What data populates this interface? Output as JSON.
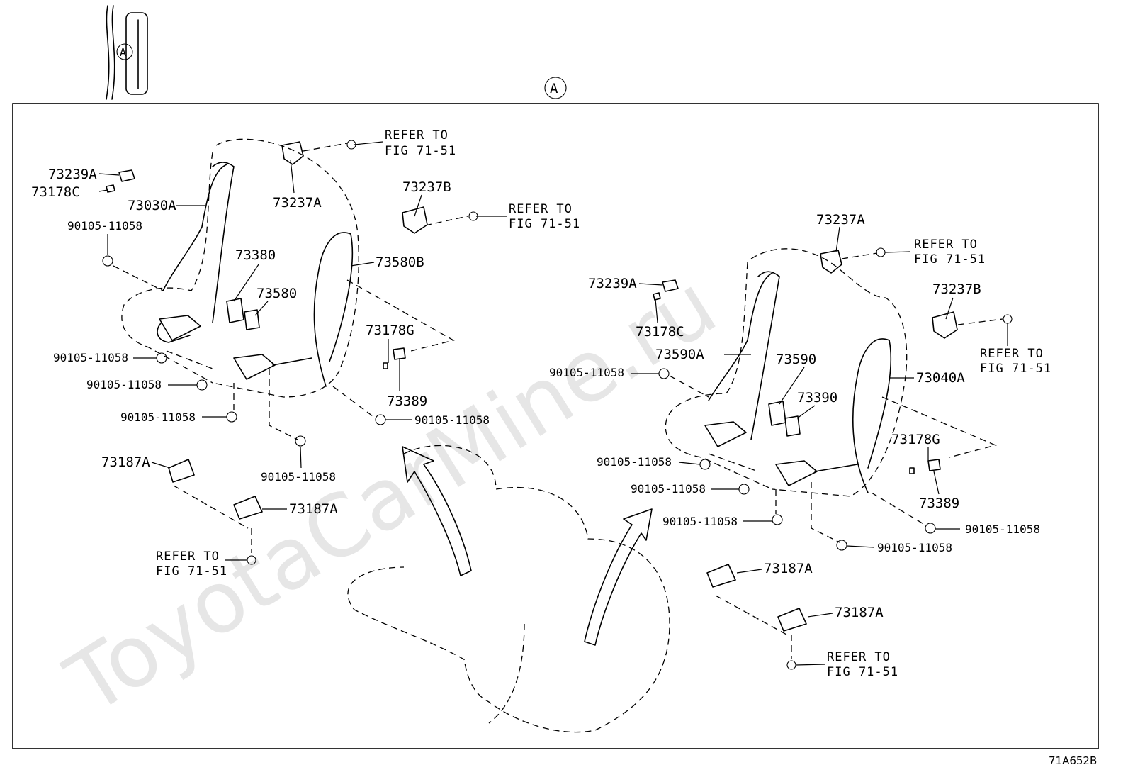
{
  "diagram_id": "71A652B",
  "callout": "A",
  "watermark": "ToyotaCarMine.ru",
  "left_group": {
    "l1": "73239A",
    "l2": "73178C",
    "l3": "73030A",
    "l4": "90105-11058",
    "l5": "73237A",
    "l6": "73237B",
    "l7": "73380",
    "l8": "73580",
    "l9": "73580B",
    "l10": "73178G",
    "l11": "73389",
    "l12": "90105-11058",
    "l13": "90105-11058",
    "l14": "90105-11058",
    "l15": "90105-11058",
    "l16": "90105-11058",
    "l17": "73187A",
    "l18": "73187A"
  },
  "right_group": {
    "r1": "73237A",
    "r2": "73239A",
    "r3": "73178C",
    "r4": "73237B",
    "r5": "73590A",
    "r6": "73590",
    "r7": "73390",
    "r8": "73040A",
    "r9": "73178G",
    "r10": "73389",
    "r11": "90105-11058",
    "r12": "90105-11058",
    "r13": "90105-11058",
    "r14": "90105-11058",
    "r15": "90105-11058",
    "r16": "90105-11058",
    "r17": "73187A",
    "r18": "73187A"
  },
  "refer": {
    "line1": "REFER TO",
    "line2": "FIG 71-51"
  }
}
